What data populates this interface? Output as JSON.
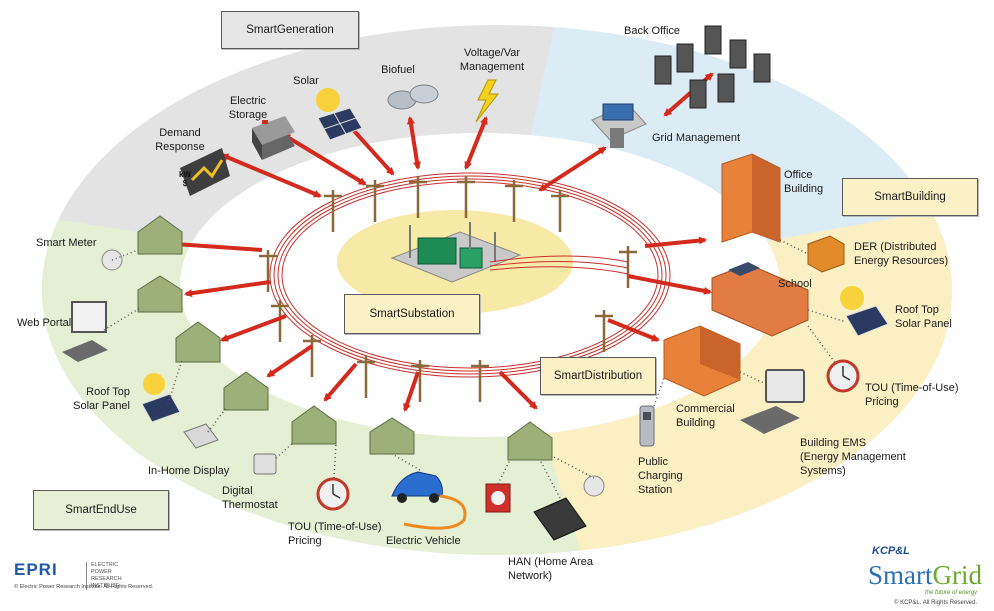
{
  "sections": {
    "generation": "SmartGeneration",
    "building": "SmartBuilding",
    "substation": "SmartSubstation",
    "distribution": "SmartDistribution",
    "end_use": "SmartEndUse"
  },
  "generation": {
    "demand_response": "Demand\nResponse",
    "electric_storage": "Electric\nStorage",
    "solar": "Solar",
    "biofuel": "Biofuel",
    "voltage_var": "Voltage/Var\nManagement",
    "back_office": "Back Office",
    "grid_management": "Grid Management"
  },
  "building": {
    "office_building": "Office\nBuilding",
    "der": "DER (Distributed\nEnergy Resources)",
    "school": "School",
    "roof_top_solar": "Roof Top\nSolar Panel",
    "tou_pricing": "TOU (Time-of-Use)\nPricing",
    "commercial_building": "Commercial\nBuilding",
    "building_ems": "Building EMS\n(Energy Management\nSystems)",
    "public_charging": "Public\nCharging\nStation"
  },
  "end_use": {
    "smart_meter": "Smart Meter",
    "web_portal": "Web Portal",
    "roof_top_solar": "Roof Top\nSolar Panel",
    "in_home_display": "In-Home Display",
    "digital_thermostat": "Digital\nThermostat",
    "tou_pricing": "TOU (Time-of-Use)\nPricing",
    "electric_vehicle": "Electric Vehicle",
    "han": "HAN (Home Area\nNetwork)"
  },
  "meter_glyph": "kW\n$",
  "footer": {
    "epri_logo": "EPRI",
    "epri_name": "ELECTRIC POWER\nRESEARCH INSTITUTE",
    "epri_copyright": "© Electric Power Research Institute. All Rights Reserved.",
    "kcpl_logo": "KCP&L",
    "smartgrid_smart": "Smart",
    "smartgrid_grid": "Grid",
    "smartgrid_tagline": "the future of energy",
    "kcpl_copyright": "© KCP&L. All Rights Reserved."
  },
  "colors": {
    "ring_grey": "#e3e3e3",
    "ring_blue": "#dcecf5",
    "ring_yellow": "#fbf0c4",
    "ring_green": "#e4efd3",
    "substation_yellow": "#f7e9a6",
    "arrow_red": "#d42a1e",
    "wire_red": "#c9302c",
    "pole_brown": "#8a6a3a",
    "house_green": "#9db07a",
    "building_orange": "#e8823a"
  },
  "icons": {
    "generation": [
      "battery-icon",
      "solar-panel-icon",
      "biofuel-tank-icon",
      "lightning-icon",
      "server-rack-icon",
      "control-room-icon",
      "demand-response-meter-icon"
    ],
    "building": [
      "office-building-icon",
      "der-generator-icon",
      "school-icon",
      "solar-panel-icon",
      "clock-icon",
      "commercial-building-icon",
      "computer-icon",
      "charging-station-icon"
    ],
    "end_use": [
      "house-icon",
      "smart-meter-icon",
      "computer-icon",
      "solar-panel-icon",
      "in-home-display-icon",
      "thermostat-icon",
      "clock-icon",
      "electric-car-icon",
      "washing-machine-icon",
      "tablet-icon"
    ],
    "center": [
      "substation-icon",
      "utility-pole-icon"
    ]
  }
}
